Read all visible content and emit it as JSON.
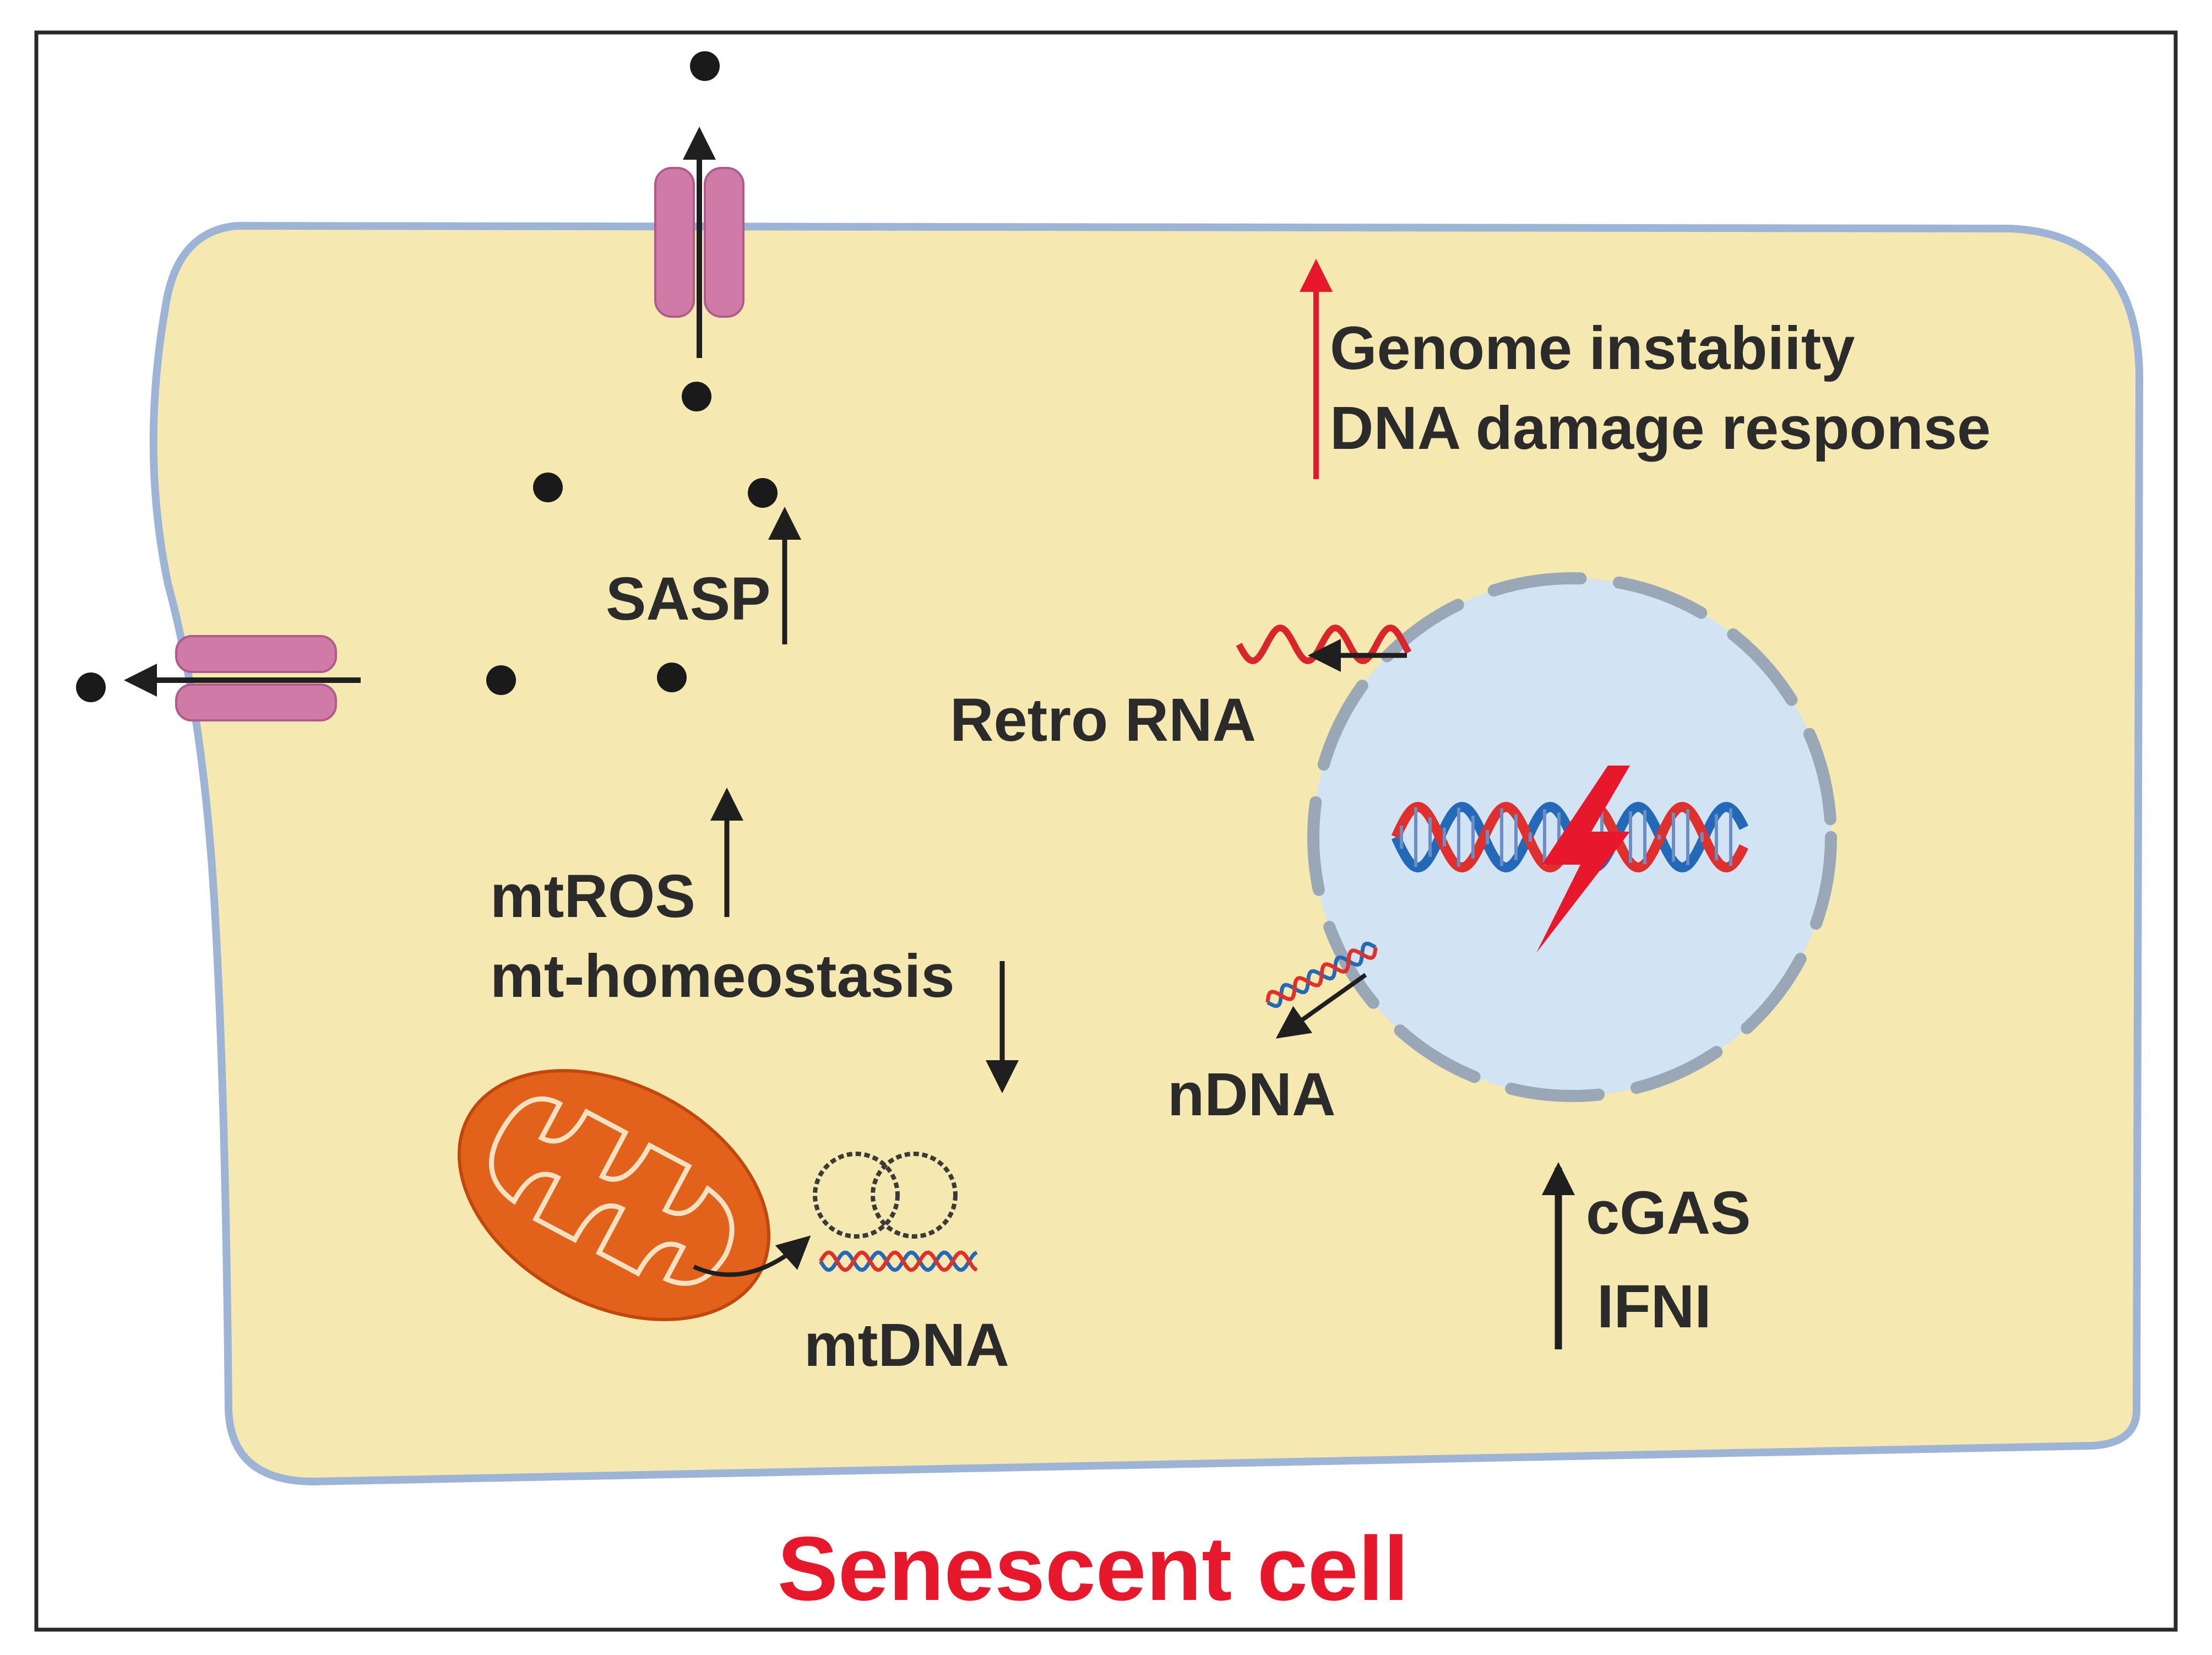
{
  "caption": "Senescent cell",
  "labels": {
    "sasp": "SASP",
    "genome_instability": "Genome instabiity",
    "dna_damage_response": "DNA damage response",
    "retro_rna": "Retro RNA",
    "mtros": "mtROS",
    "mt_homeostasis": "mt-homeostasis",
    "ndna": "nDNA",
    "mtdna": "mtDNA",
    "cgas": "cGAS",
    "ifni": "IFNI"
  },
  "colors": {
    "cytoplasm": "#f6e8b1",
    "membrane": "#9db4d6",
    "nucleus": "#d2e3f4",
    "nuclear_envelope": "#9aa7b6",
    "mitochondrion": "#e2621b",
    "channel": "#d07aa8",
    "accent_red": "#e8182c",
    "dna_blue": "#2469b8",
    "dna_red": "#e0302d",
    "text": "#2b2b2b"
  }
}
